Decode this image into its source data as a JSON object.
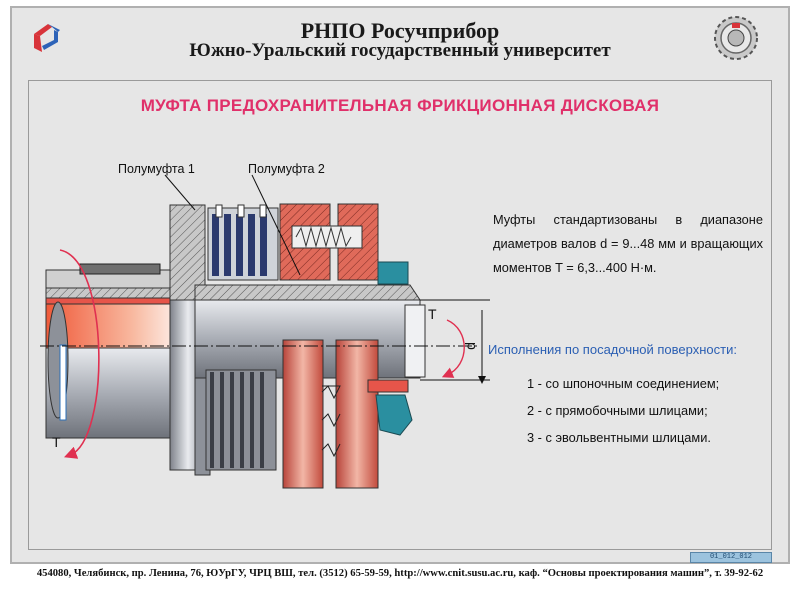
{
  "header": {
    "org": "РНПО Росучприбор",
    "university": "Южно-Уральский государственный университет"
  },
  "diagram": {
    "title": "МУФТА ПРЕДОХРАНИТЕЛЬНАЯ ФРИКЦИОННАЯ ДИСКОВАЯ",
    "label_half1": "Полумуфта 1",
    "label_half2": "Полумуфта 2",
    "label_T_left": "T",
    "label_T_right": "T",
    "label_d": "d"
  },
  "description": "Муфты стандартизованы в диапазоне диаметров валов d = 9...48 мм и вращающих моментов T = 6,3...400 Н·м.",
  "variants": {
    "title": "Исполнения по посадочной поверхности:",
    "items": [
      "1 - со шпоночным соединением;",
      "2 - с прямобочными шлицами;",
      "3 - с эвольвентными шлицами."
    ]
  },
  "slide_code": "01_012_012",
  "footer": "454080, Челябинск, пр. Ленина, 76, ЮУрГУ, ЧРЦ ВШ, тел. (3512) 65-59-59, http://www.cnit.susu.ac.ru, каф. “Основы проектирования машин”, т. 39-92-62",
  "logos": {
    "left": "susu-logo",
    "right": "gear-logo"
  },
  "colors": {
    "title": "#e0306a",
    "accent_red": "#d9503f",
    "steel": "#9a9ea6",
    "blue_text": "#2b5fb3",
    "teal": "#2a8fa0"
  }
}
